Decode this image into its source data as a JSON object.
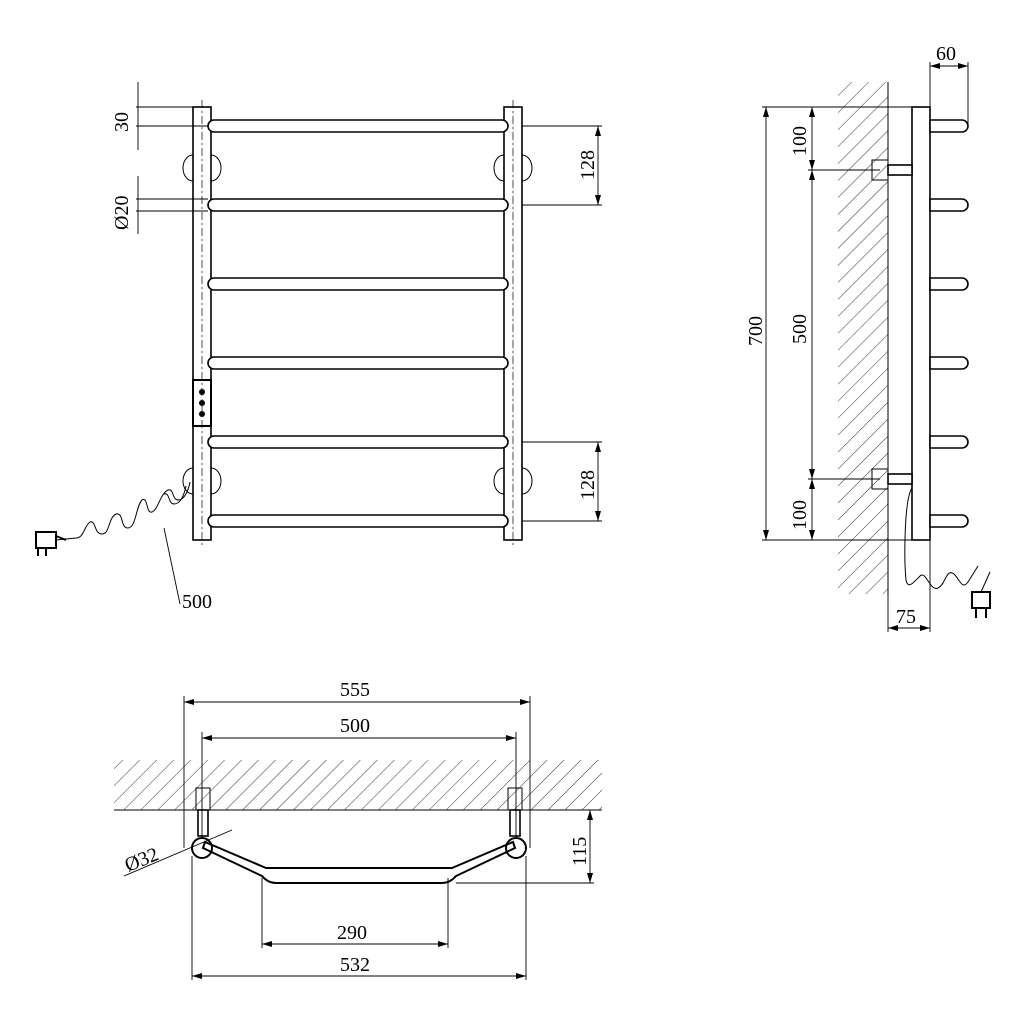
{
  "front_view": {
    "top_offset": "30",
    "tube_diameter": "Ø20",
    "bracket_spacing_top": "128",
    "bracket_spacing_bottom": "128",
    "cable_length": "500"
  },
  "side_view": {
    "overall_height": "700",
    "bracket_top_offset": "100",
    "bracket_center_distance": "500",
    "bracket_bottom_offset": "100",
    "bar_depth": "60",
    "wall_distance": "75"
  },
  "top_view": {
    "outer_width": "555",
    "center_distance": "500",
    "wall_distance": "115",
    "riser_diameter": "Ø32",
    "bend_inner_width": "290",
    "overall_width": "532"
  }
}
